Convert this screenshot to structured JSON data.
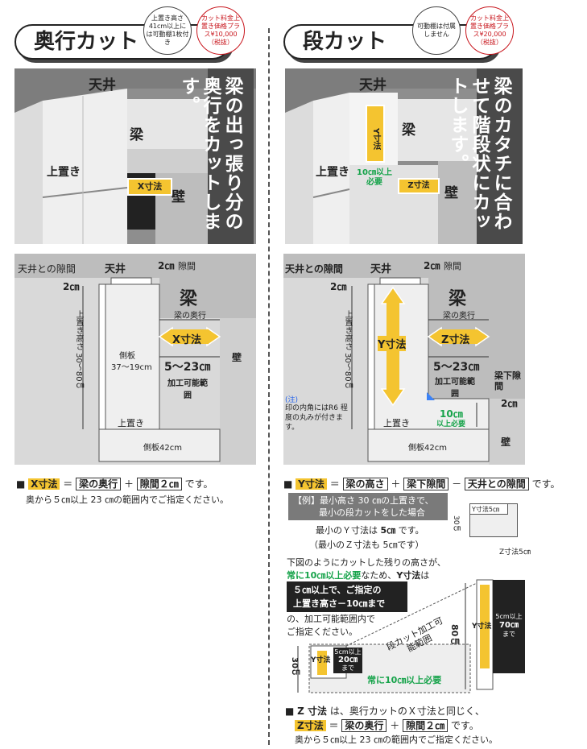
{
  "left": {
    "title": "奥行カット",
    "badge_dark": "上置き高さ41cm以上には可動棚1枚付き",
    "badge_red": "カット料金上置き価格プラス¥10,000（税抜）",
    "scene": {
      "ceiling": "天井",
      "beam": "梁",
      "upper": "上置き",
      "wall": "壁",
      "x_label": "X寸法",
      "caption": "梁の出っ張り分の奥行をカットします。"
    },
    "plan": {
      "ceiling_gap": "天井との隙間",
      "ceiling": "天井",
      "gap_2cm": "2㎝",
      "gap_label": "隙間",
      "left_2cm": "2㎝",
      "beam": "梁",
      "beam_depth": "梁の奥行",
      "x_dim": "X寸法",
      "range": "5〜23㎝",
      "side_board": "側板",
      "side_range": "37〜19cm",
      "processable": "加工可能範囲",
      "wall": "壁",
      "upper_height": "上置き高さ 30〜80㎝",
      "upper": "上置き",
      "side_42": "側板42cm"
    },
    "formula": {
      "x": "X寸法",
      "eq": "＝",
      "beam_depth": "梁の奥行",
      "plus": "＋",
      "gap": "隙間２㎝",
      "tail": "です。",
      "note": "奥から５㎝以上 23 ㎝の範囲内でご指定ください。"
    }
  },
  "right": {
    "title": "段カット",
    "badge_dark": "可動棚は付属しません",
    "badge_red": "カット料金上置き価格プラス¥20,000（税抜）",
    "scene": {
      "ceiling": "天井",
      "beam": "梁",
      "upper": "上置き",
      "wall": "壁",
      "y_label": "Y寸法",
      "z_label": "Z寸法",
      "min10": "10㎝以上必要",
      "caption": "梁のカタチに合わせて階段状にカットします。"
    },
    "plan": {
      "ceiling_gap": "天井との隙間",
      "ceiling": "天井",
      "gap_2cm": "2㎝",
      "gap_label": "隙間",
      "left_2cm": "2㎝",
      "beam": "梁",
      "beam_depth": "梁の奥行",
      "y_dim": "Y寸法",
      "z_dim": "Z寸法",
      "range": "5〜23㎝",
      "processable": "加工可能範囲",
      "beam_gap": "梁下隙間",
      "beam_gap_2cm": "2㎝",
      "note_title": "(注)",
      "note_body": "印の内角にはR6 程度の丸みが付きます。",
      "min10": "10㎝",
      "min10b": "以上必要",
      "wall": "壁",
      "upper_height": "上置き高さ 30〜80㎝",
      "upper": "上置き",
      "side_42": "側板42cm"
    },
    "formula": {
      "y": "Y寸法",
      "eq": "＝",
      "upper_h": "梁の高さ",
      "plus": "＋",
      "beam_gap": "梁下隙間",
      "minus": "－",
      "ceiling_gap": "天井との隙間",
      "tail": "です。"
    },
    "example": {
      "tag": "【例】",
      "line1": "最小高さ 30 ㎝の上置きで、",
      "line2": "最小の段カットをした場合",
      "line3": "最小のＹ寸法は",
      "line3b": "5㎝",
      "line3c": "です。",
      "line4": "（最小のＺ寸法も 5㎝です）",
      "mini_y": "Y寸法5㎝",
      "mini_30": "30㎝",
      "mini_z": "Z寸法5㎝"
    },
    "explain": {
      "l1": "下図のようにカットした残りの高さが、",
      "l2a": "常に10㎝以上必要",
      "l2b": "なため、",
      "l2c": "Y寸法",
      "l2d": "は",
      "black1": "５㎝以上で、ご指定の",
      "black2": "上置き高さ－10㎝まで",
      "l3": "の、加工可能範囲内で",
      "l4": "ご指定ください。"
    },
    "diagram": {
      "small_30": "30㎝",
      "small_y": "Y寸法",
      "small_range": "5cm以上",
      "small_20": "20㎝",
      "small_made": "まで",
      "process": "段カット加工可能範囲",
      "always10": "常に10㎝以上必要",
      "big_80": "80㎝",
      "big_y": "Y寸法",
      "big_range": "5cm以上",
      "big_70": "70㎝",
      "big_made": "まで"
    },
    "zformula": {
      "z": "Z 寸法",
      "desc": "は、奥行カットのＸ寸法と同じく、",
      "z2": "Z寸法",
      "eq": "＝",
      "beam_depth": "梁の奥行",
      "plus": "＋",
      "gap": "隙間２㎝",
      "tail": "です。",
      "note": "奥から５㎝以上 23 ㎝の範囲内でご指定ください。"
    }
  },
  "colors": {
    "yellow": "#f4c430",
    "green": "#16a34a",
    "red": "#c8161d",
    "dark": "#4a4a4a"
  }
}
